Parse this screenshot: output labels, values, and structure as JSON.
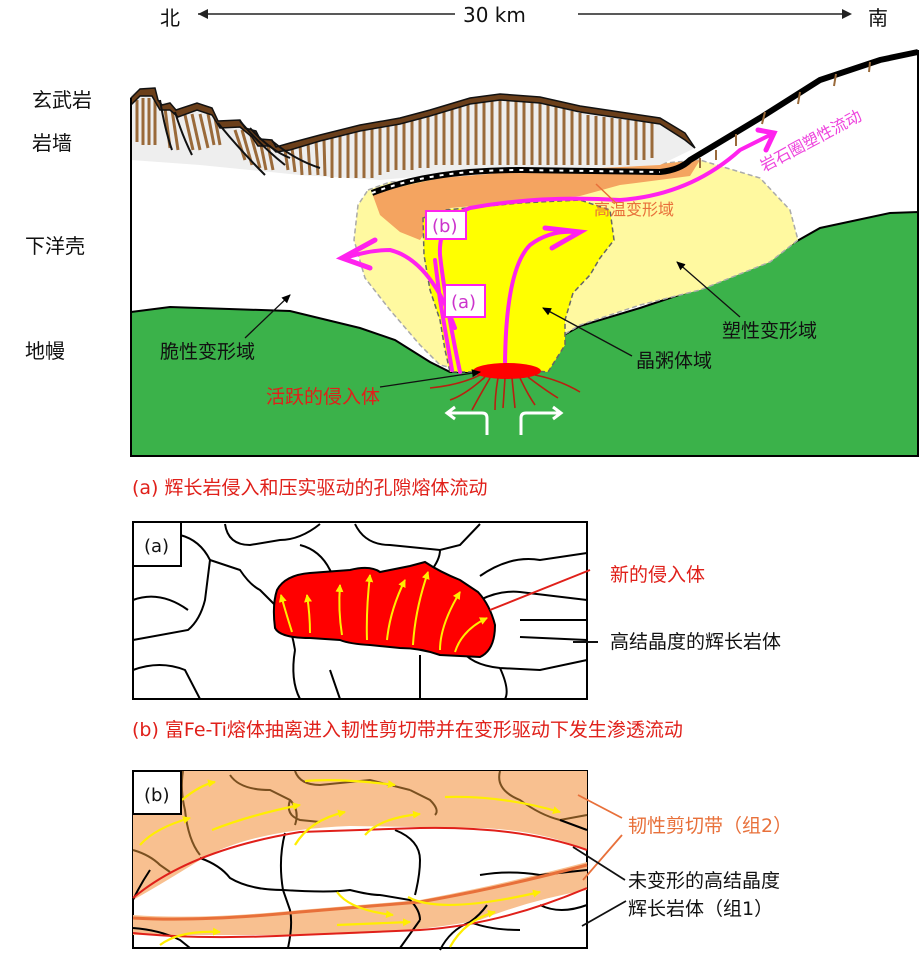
{
  "scale_bar": {
    "north": "北",
    "distance": "30 km",
    "south": "南"
  },
  "layer_labels": {
    "basalt": "玄武岩",
    "dike": "岩墙",
    "lower_oceanic_crust": "下洋壳",
    "mantle": "地幔"
  },
  "main_diagram": {
    "high_temp_zone": "高温变形域",
    "lithosphere_flow": "岩石圈塑性流动",
    "brittle_zone": "脆性变形域",
    "plastic_zone": "塑性变形域",
    "mush_zone": "晶粥体域",
    "active_intrusion": "活跃的侵入体",
    "box_a": "(a)",
    "box_b": "(b)"
  },
  "panel_a": {
    "caption": "(a) 辉长岩侵入和压实驱动的孔隙熔体流动",
    "tag": "(a)",
    "new_intrusion": "新的侵入体",
    "gabbro": "高结晶度的辉长岩体"
  },
  "panel_b": {
    "caption": "(b) 富Fe-Ti熔体抽离进入韧性剪切带并在变形驱动下发生渗透流动",
    "tag": "(b)",
    "shear_zone": "韧性剪切带（组2）",
    "undeformed_line1": "未变形的高结晶度",
    "undeformed_line2": "辉长岩体（组1）"
  },
  "colors": {
    "mantle_green": "#3bb24a",
    "mush_yellow": "#ffff00",
    "plastic_pale_yellow": "#fff9a0",
    "high_temp_orange": "#f4a460",
    "flow_magenta": "#ff22ee",
    "intrusion_red": "#ff0000",
    "basalt_brown": "#6b3f1a",
    "dike_brown": "#9a6a3a",
    "caption_red": "#e0201a",
    "shear_orange_label": "#e8703a",
    "shear_fill": "#f8c090",
    "grain_brown": "#7a5020"
  }
}
